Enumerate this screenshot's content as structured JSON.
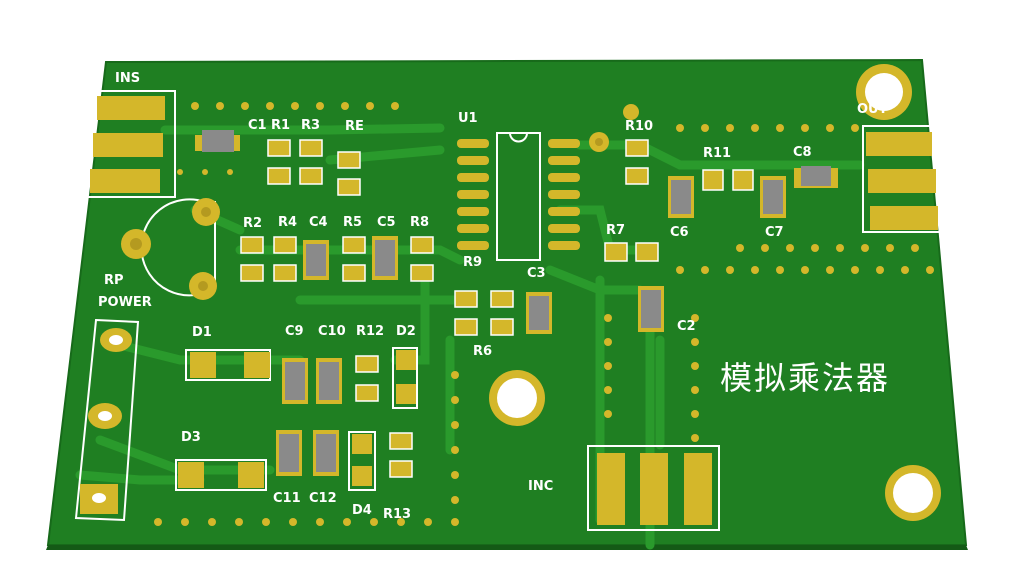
{
  "board": {
    "title_cn": "模拟乘法器",
    "colors": {
      "board": "#1f7f22",
      "board_edge": "#176a1a",
      "copper": "#2a9a2c",
      "pad": "#d4b72a",
      "pad_dark": "#b49a20",
      "silk": "#ffffff",
      "smd_body": "#8a8a8a"
    }
  },
  "connectors": {
    "ins": "INS",
    "out": "OUT",
    "inc": "INC",
    "power": "POWER"
  },
  "designators": {
    "rp": "RP",
    "u1": "U1",
    "r10": "R10",
    "r11": "R11",
    "c8": "C8",
    "c6": "C6",
    "c7": "C7",
    "r7": "R7",
    "c3": "C3",
    "c2": "C2",
    "c1": "C1",
    "r1": "R1",
    "r3": "R3",
    "re": "RE",
    "r2": "R2",
    "r4": "R4",
    "c4": "C4",
    "r5": "R5",
    "c5": "C5",
    "r8": "R8",
    "r9": "R9",
    "r6": "R6",
    "d1": "D1",
    "c9": "C9",
    "c10": "C10",
    "r12": "R12",
    "d2": "D2",
    "d3": "D3",
    "c11": "C11",
    "c12": "C12",
    "d4": "D4",
    "r13": "R13"
  }
}
